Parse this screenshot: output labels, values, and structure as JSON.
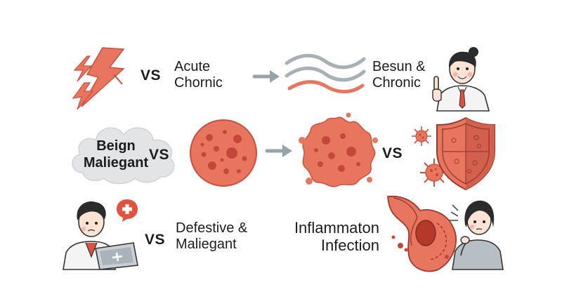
{
  "row1": {
    "vs": "VS",
    "left_label": [
      "Acute",
      "Chornic"
    ],
    "right_label": [
      "Besun  &",
      "Chronic"
    ]
  },
  "row2": {
    "cloud_label": [
      "Beign",
      "Maliegant"
    ],
    "vs_left": "VS",
    "vs_right": "VS"
  },
  "row3": {
    "vs": "VS",
    "mid_label": [
      "Defestive  &",
      "Maliegant"
    ],
    "right_label": [
      "Inflammaton",
      "Infection"
    ]
  },
  "colors": {
    "accent": "#e8765f",
    "accent_dark": "#c9503e",
    "arrow_gray": "#98a3a8",
    "cloud_gray": "#e2e4e6"
  },
  "icons": [
    "lightning-icon",
    "right-arrow-icon",
    "wave-lines-icon",
    "doctor-pointing-icon",
    "cloud-icon",
    "cell-icon",
    "spiky-cell-icon",
    "virus-icon",
    "shield-icon",
    "doctor-laptop-icon",
    "medical-cross-bubble-icon",
    "inflamed-organ-icon",
    "patient-icon"
  ]
}
